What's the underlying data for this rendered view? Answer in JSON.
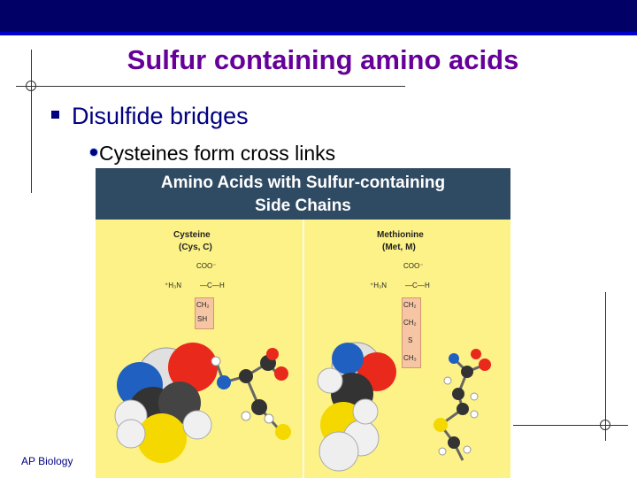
{
  "slide": {
    "title": "Sulfur containing amino acids",
    "bullet_level1": "Disulfide bridges",
    "bullet_level2": "Cysteines form cross links",
    "footer": "AP Biology"
  },
  "figure": {
    "header_line1": "Amino Acids with Sulfur-containing",
    "header_line2": "Side Chains",
    "cysteine": {
      "name": "Cysteine",
      "abbrev": "(Cys, C)",
      "carboxyl": "COO⁻",
      "amino": "⁺H₃N",
      "alpha_h": "H",
      "side_chain": [
        "CH₂",
        "SH"
      ]
    },
    "methionine": {
      "name": "Methionine",
      "abbrev": "(Met, M)",
      "carboxyl": "COO⁻",
      "amino": "⁺H₃N",
      "alpha_h": "H",
      "side_chain": [
        "CH₂",
        "CH₂",
        "S",
        "CH₃"
      ]
    }
  },
  "colors": {
    "title": "#660099",
    "bullet": "#000080",
    "topbar": "#000066",
    "figure_bg": "#fdf287",
    "figure_header": "#2f4a63"
  }
}
